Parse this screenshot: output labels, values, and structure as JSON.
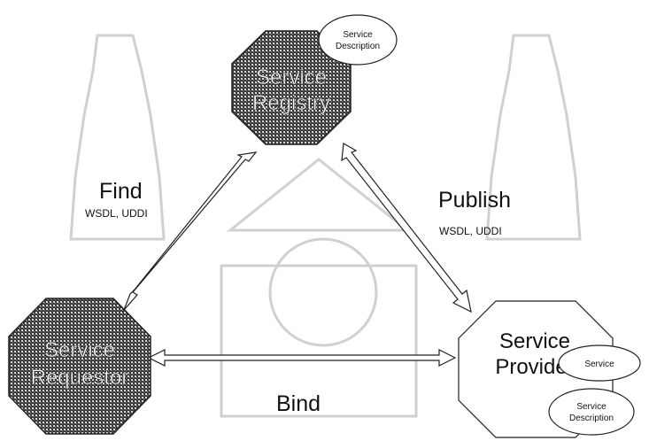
{
  "nodes": {
    "registry": {
      "label_line1": "Service",
      "label_line2": "Registry",
      "note": {
        "line1": "Service",
        "line2": "Description"
      }
    },
    "requestor": {
      "label_line1": "Service",
      "label_line2": "Requestor"
    },
    "provider": {
      "label_line1": "Service",
      "label_line2": "Provider",
      "note_service": "Service",
      "note_description": {
        "line1": "Service",
        "line2": "Description"
      }
    }
  },
  "edges": {
    "find": {
      "label": "Find",
      "sub": "WSDL, UDDI"
    },
    "publish": {
      "label": "Publish",
      "sub": "WSDL, UDDI"
    },
    "bind": {
      "label": "Bind"
    }
  },
  "colors": {
    "dark_node": "#2b2b2b",
    "light_node": "#ffffff",
    "stroke": "#222222",
    "watermark": "#cfcfcf"
  }
}
